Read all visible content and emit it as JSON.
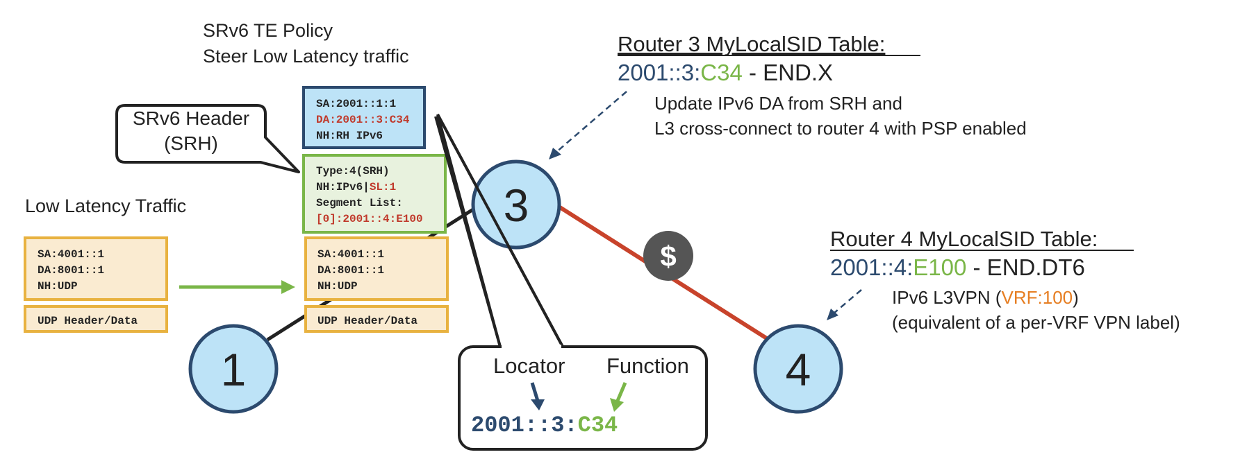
{
  "policy": {
    "title": "SRv6 TE Policy",
    "subtitle": "Steer Low Latency traffic"
  },
  "srh_callout": {
    "line1": "SRv6 Header",
    "line2": "(SRH)"
  },
  "low_latency_label": "Low Latency Traffic",
  "packet_in": {
    "sa": "SA:4001::1",
    "da": "DA:8001::1",
    "nh": "NH:UDP",
    "payload": "UDP Header/Data"
  },
  "packet_out": {
    "outer_sa": "SA:2001::1:1",
    "outer_da": "DA:2001::3:C34",
    "outer_nh": "NH:RH IPv6",
    "srh_type": "Type:4(SRH)",
    "srh_nh": "NH:IPv6|",
    "srh_sl": "SL:1",
    "srh_seglist_label": "Segment List:",
    "srh_seg0": "[0]:2001::4:E100",
    "inner_sa": "SA:4001::1",
    "inner_da": "DA:8001::1",
    "inner_nh": "NH:UDP",
    "payload": "UDP Header/Data"
  },
  "router3": {
    "label": "3",
    "table_title": "Router 3 MyLocalSID Table:",
    "sid_locator": "2001::3:",
    "sid_function": "C34",
    "sid_behavior": " - END.X",
    "desc_line1": "Update IPv6 DA from SRH and",
    "desc_line2": "L3 cross-connect to router 4 with PSP enabled"
  },
  "router4": {
    "label": "4",
    "table_title": "Router 4 MyLocalSID Table:",
    "sid_locator": "2001::4:",
    "sid_function": "E100",
    "sid_behavior": " - END.DT6",
    "desc_prefix": "IPv6 L3VPN (",
    "desc_vrf": "VRF:100",
    "desc_suffix": ")",
    "desc_line2": "(equivalent of a per-VRF VPN label)"
  },
  "router1": {
    "label": "1"
  },
  "cost_badge": "$",
  "sid_callout": {
    "locator_label": "Locator",
    "function_label": "Function",
    "sid_locator": "2001::3:",
    "sid_function": "C34"
  },
  "colors": {
    "navy": "#2c4a6e",
    "green": "#7ab648",
    "red": "#c0392b",
    "orange": "#e67e22",
    "router_fill": "#bde3f7",
    "packet_fill": "#faebd1",
    "packet_border": "#e8b240",
    "srh_fill": "#e8f2de",
    "srh_border": "#7ab648",
    "outer_fill": "#bde3f7",
    "outer_border": "#2c4a6e",
    "link_red": "#c8432b",
    "badge": "#555555"
  }
}
